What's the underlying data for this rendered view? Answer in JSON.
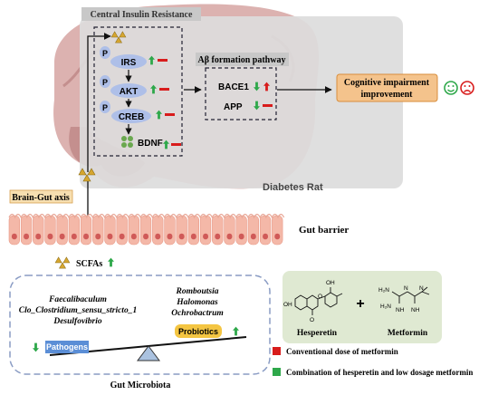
{
  "colors": {
    "brain": "#dcb2b0",
    "brain_dark": "#c48f8e",
    "panel": "#dcdcdc",
    "panel_title_bg": "#c8c8c8",
    "node": "#aebfe8",
    "up_green": "#2ea84a",
    "down_red": "#d81c1c",
    "orange_box": "#f4c38c",
    "gut_cell": "#f4b8a8",
    "gut_nucleus": "#d05a58",
    "microbiota_border": "#8a9cc4",
    "pathogens_box": "#5b8ed6",
    "probiotics_box": "#f4c542",
    "drug_panel": "#dfe9d2",
    "triangle_fill": "#aac2e0"
  },
  "brain": {
    "central_title": "Central Insulin Resistance",
    "p_labels": [
      "P",
      "P",
      "P"
    ],
    "nodes": {
      "irs": "IRS",
      "akt": "AKT",
      "creb": "CREB",
      "bdnf": "BDNF"
    },
    "abeta_title": "Aβ formation pathway",
    "abeta_items": {
      "bace1": "BACE1",
      "app": "APP"
    },
    "diabetes_label": "Diabetes Rat"
  },
  "outcome": {
    "label_line1": "Cognitive impairment",
    "label_line2": "improvement"
  },
  "brain_gut_axis": "Brain-Gut axis",
  "gut_barrier": "Gut barrier",
  "scfas": "SCFAs",
  "microbiota": {
    "left_bacteria": [
      "Faecalibaculum",
      "Clo_Clostridium_sensu_stricto_1",
      "Desulfovibrio"
    ],
    "right_bacteria": [
      "Romboutsia",
      "Halomonas",
      "Ochrobactrum"
    ],
    "pathogens": "Pathogens",
    "probiotics": "Probiotics",
    "label": "Gut Microbiota"
  },
  "drugs": {
    "hesperetin": "Hesperetin",
    "plus": "+",
    "metformin": "Metformin",
    "oh1": "OH",
    "oh2": "OH",
    "o1": "O",
    "o2": "O",
    "nh2a": "H₂N",
    "nh2b": "H₂N",
    "nh": "NH",
    "nhb": "NH",
    "n": "N",
    "n2": "N"
  },
  "legend": {
    "conventional": "Conventional dose of metformin",
    "combination": "Combination of hesperetin and low dosage  metformin"
  }
}
